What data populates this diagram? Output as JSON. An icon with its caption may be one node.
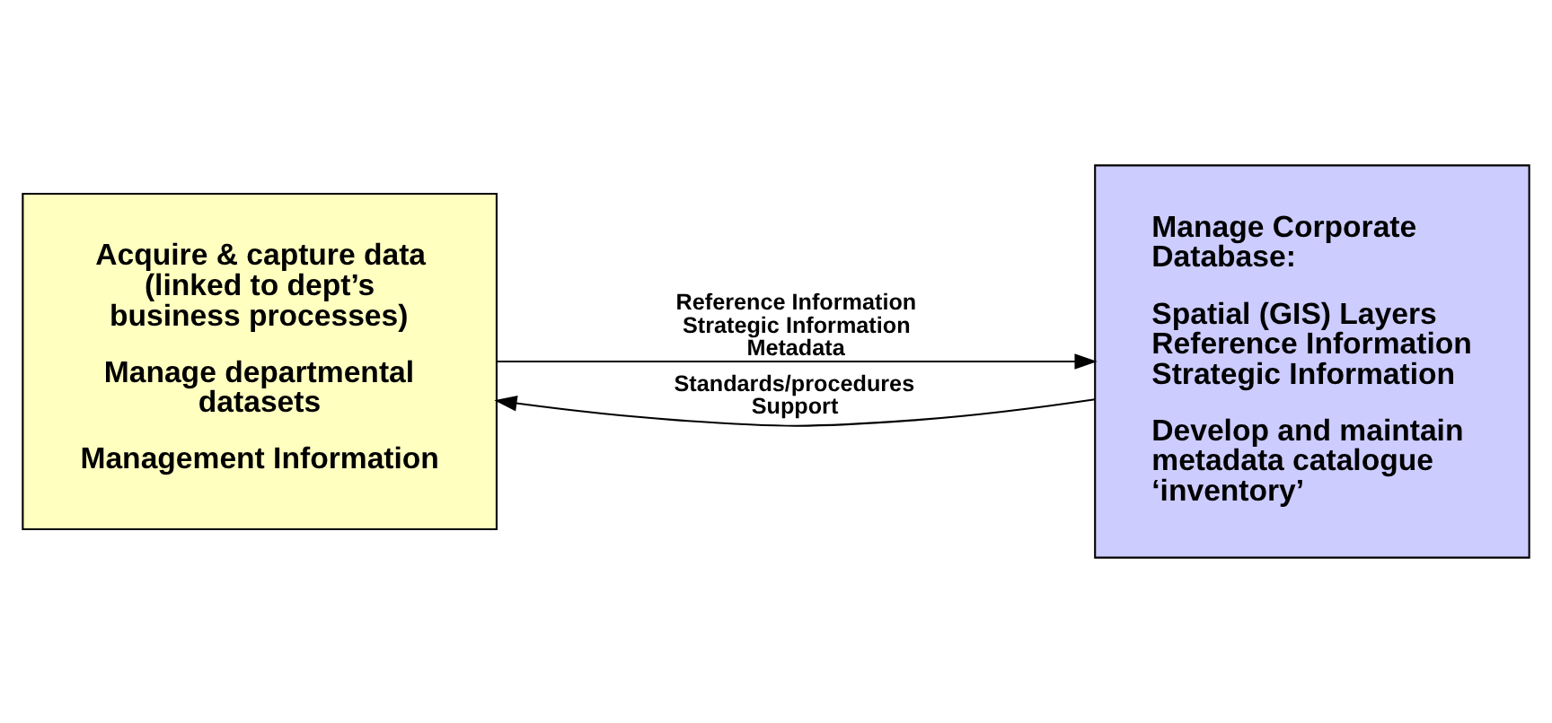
{
  "diagram": {
    "nodes": [
      {
        "text": [
          "Acquire & capture data (linked to dept’s business processes)",
          "Manage departmental datasets",
          "Management Information"
        ]
      },
      {
        "text": [
          "Manage Corporate Database:",
          "Spatial (GIS) Layers Reference Information Strategic Information",
          "Develop and maintain metadata catalogue ‘inventory’"
        ]
      }
    ],
    "edges": [
      {
        "from": 0,
        "to": 1,
        "arrow": "to",
        "label": "Reference Information Strategic Information Metadata"
      },
      {
        "from": 1,
        "to": 0,
        "arrow": "to",
        "label": "Standards/procedures Support"
      }
    ]
  }
}
